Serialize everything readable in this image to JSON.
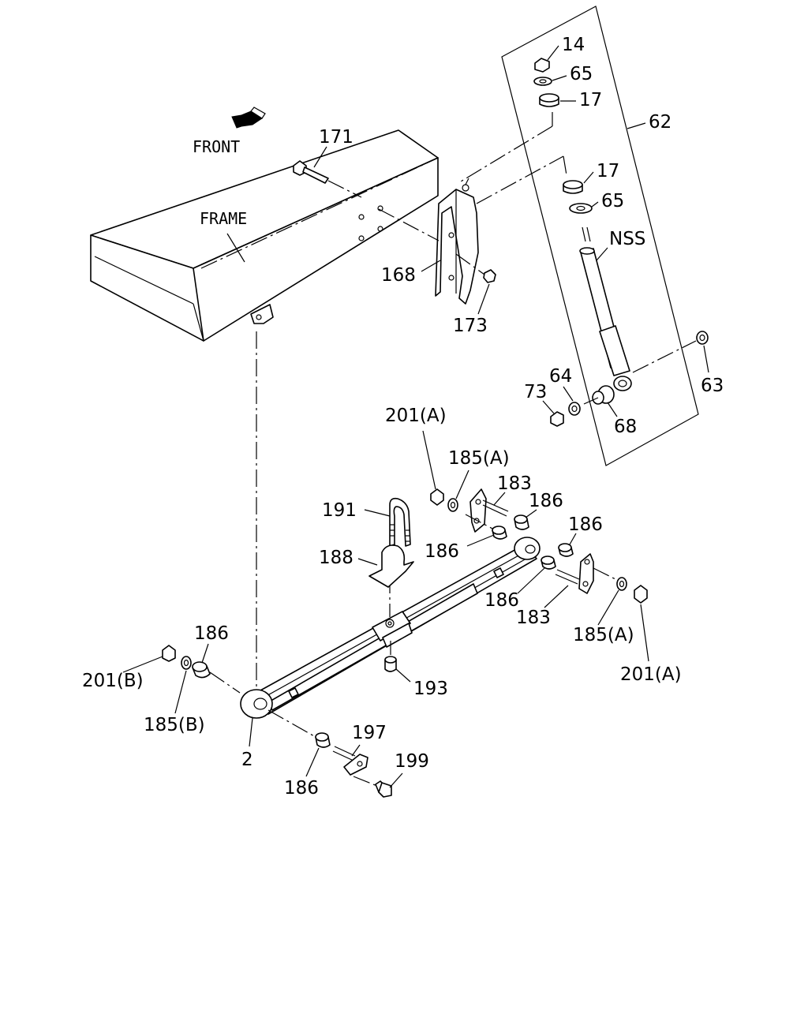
{
  "labels": {
    "front": "FRONT",
    "frame": "FRAME",
    "nss": "NSS",
    "p14": "14",
    "p65a": "65",
    "p17a": "17",
    "p62": "62",
    "p17b": "17",
    "p65b": "65",
    "p171": "171",
    "p168": "168",
    "p173": "173",
    "p63": "63",
    "p64": "64",
    "p73": "73",
    "p68": "68",
    "p201a_top": "201(A)",
    "p185a_top": "185(A)",
    "p183_top": "183",
    "p186_a": "186",
    "p186_b": "186",
    "p191": "191",
    "p186_c": "186",
    "p188": "188",
    "p186_d": "186",
    "p183_bot": "183",
    "p185a_bot": "185(A)",
    "p201a_bot": "201(A)",
    "p186_e": "186",
    "p201b": "201(B)",
    "p185b": "185(B)",
    "p193": "193",
    "p197": "197",
    "p199": "199",
    "p2": "2",
    "p186_f": "186"
  }
}
